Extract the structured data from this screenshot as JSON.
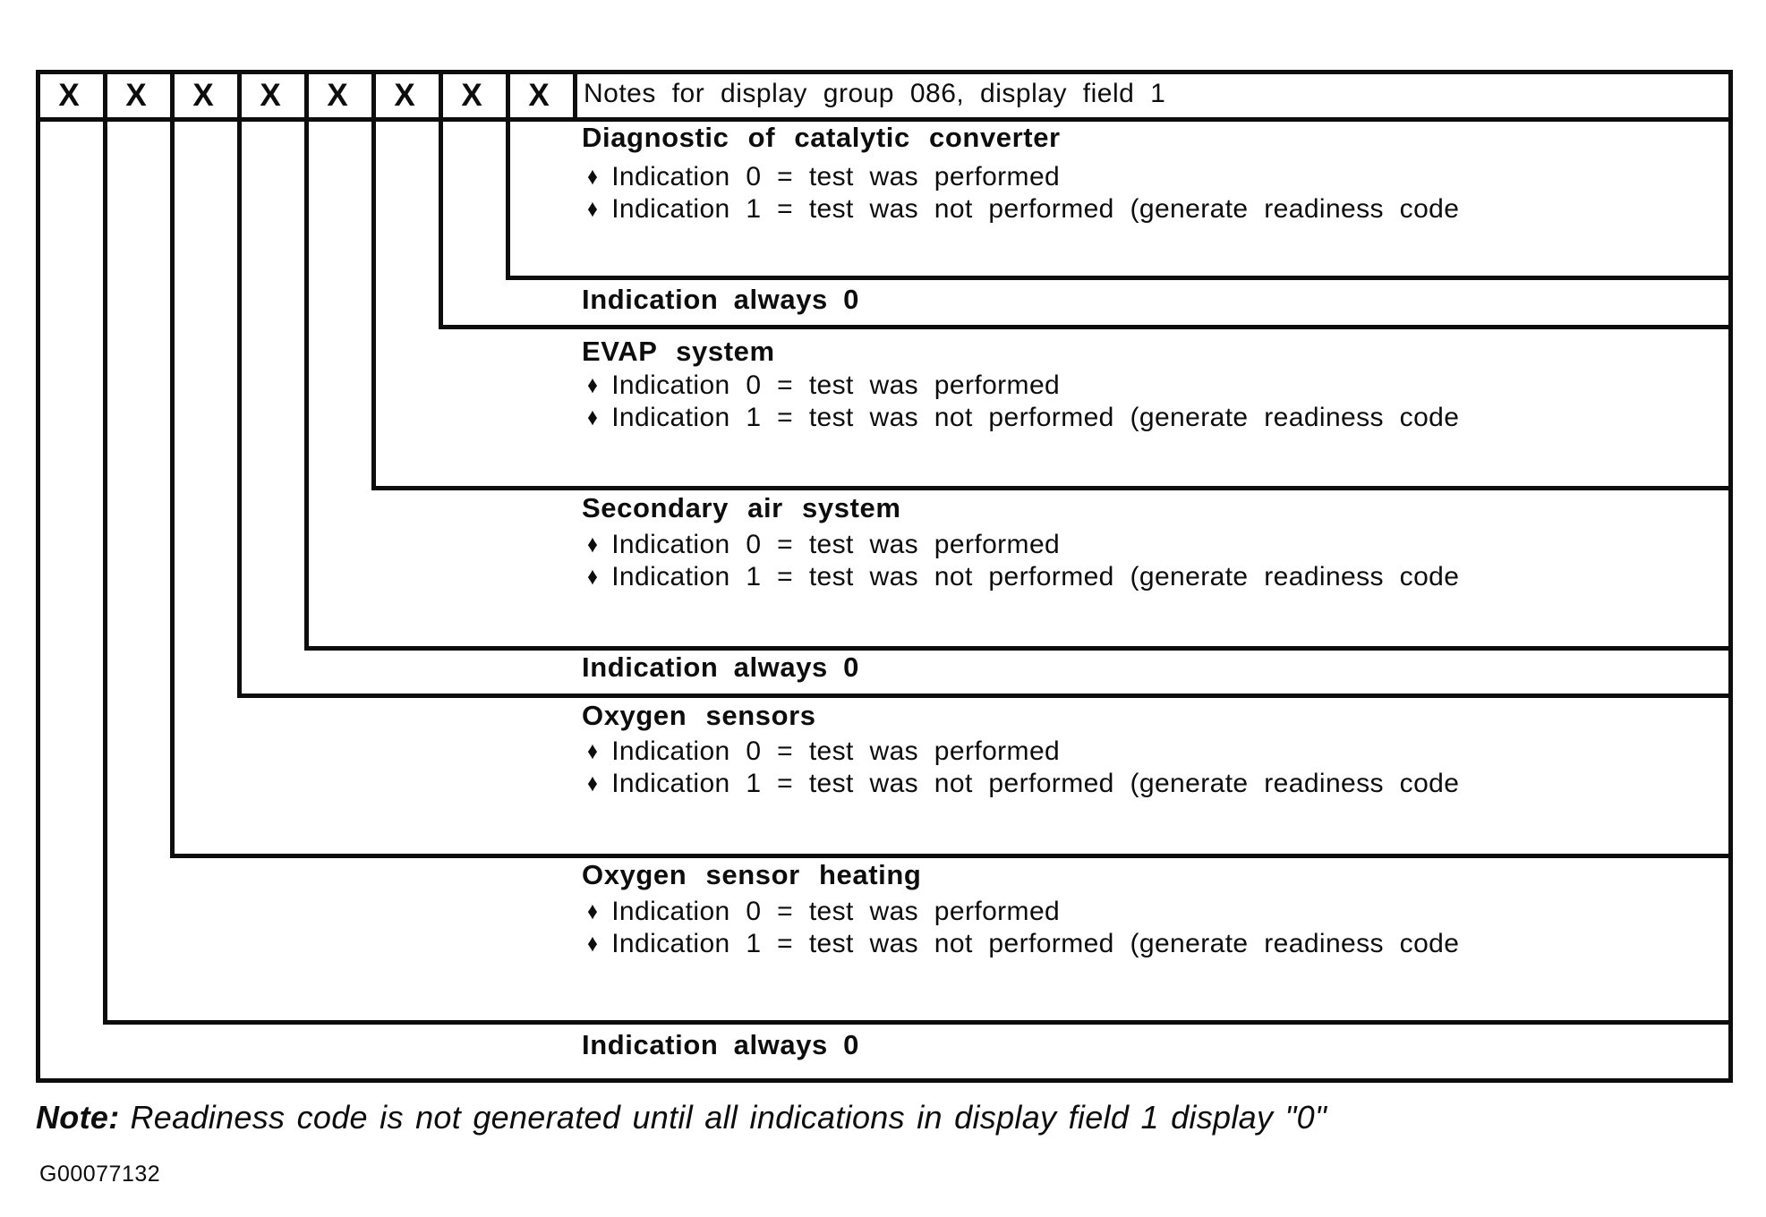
{
  "colors": {
    "ink": "#0d0d0d",
    "paper": "#ffffff"
  },
  "bullet_icon": "♦",
  "header": {
    "x_marks": [
      "X",
      "X",
      "X",
      "X",
      "X",
      "X",
      "X",
      "X"
    ],
    "notes_label": "Notes for display group 086, display field 1"
  },
  "blocks": [
    {
      "type": "system",
      "title": "Diagnostic of catalytic converter",
      "bullets": [
        "Indication 0 = test was performed",
        "Indication 1 = test was not performed (generate readiness code"
      ]
    },
    {
      "type": "always_zero",
      "title": "Indication always 0"
    },
    {
      "type": "system",
      "title": "EVAP system",
      "bullets": [
        "Indication 0 = test was performed",
        "Indication 1 = test was not performed (generate readiness code"
      ]
    },
    {
      "type": "system",
      "title": "Secondary air system",
      "bullets": [
        "Indication 0 = test was performed",
        "Indication 1 = test was not performed (generate readiness code"
      ]
    },
    {
      "type": "always_zero",
      "title": "Indication always 0"
    },
    {
      "type": "system",
      "title": "Oxygen sensors",
      "bullets": [
        "Indication 0 = test was performed",
        "Indication 1 = test was not performed (generate readiness code"
      ]
    },
    {
      "type": "system",
      "title": "Oxygen sensor heating",
      "bullets": [
        "Indication 0 = test was performed",
        "Indication 1 = test was not performed (generate readiness code"
      ]
    },
    {
      "type": "always_zero",
      "title": "Indication always 0"
    }
  ],
  "footer": {
    "note_label": "Note:",
    "note_text": "Readiness code is not generated until all indications in display field 1 display \"0\"",
    "figure_id": "G00077132"
  }
}
